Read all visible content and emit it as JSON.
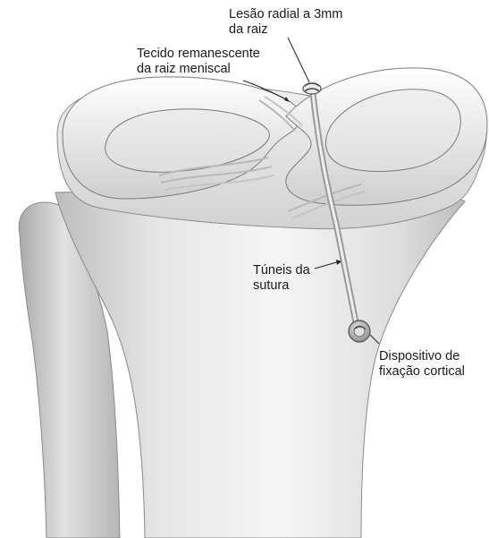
{
  "labels": {
    "radial_lesion": {
      "line1": "Lesão radial a 3mm",
      "line2": "da raiz"
    },
    "remnant_tissue": {
      "line1": "Tecido remanescente",
      "line2": "da raiz meniscal"
    },
    "suture_tunnels": {
      "line1": "Túneis da",
      "line2": "sutura"
    },
    "cortical_device": {
      "line1": "Dispositivo de",
      "line2": "fixação cortical"
    }
  },
  "colors": {
    "bone_light": "#f4f4f4",
    "bone_mid": "#d9d9d9",
    "bone_shadow": "#a8a8a8",
    "outline": "#7a7a7a",
    "leader_line": "#222222"
  }
}
